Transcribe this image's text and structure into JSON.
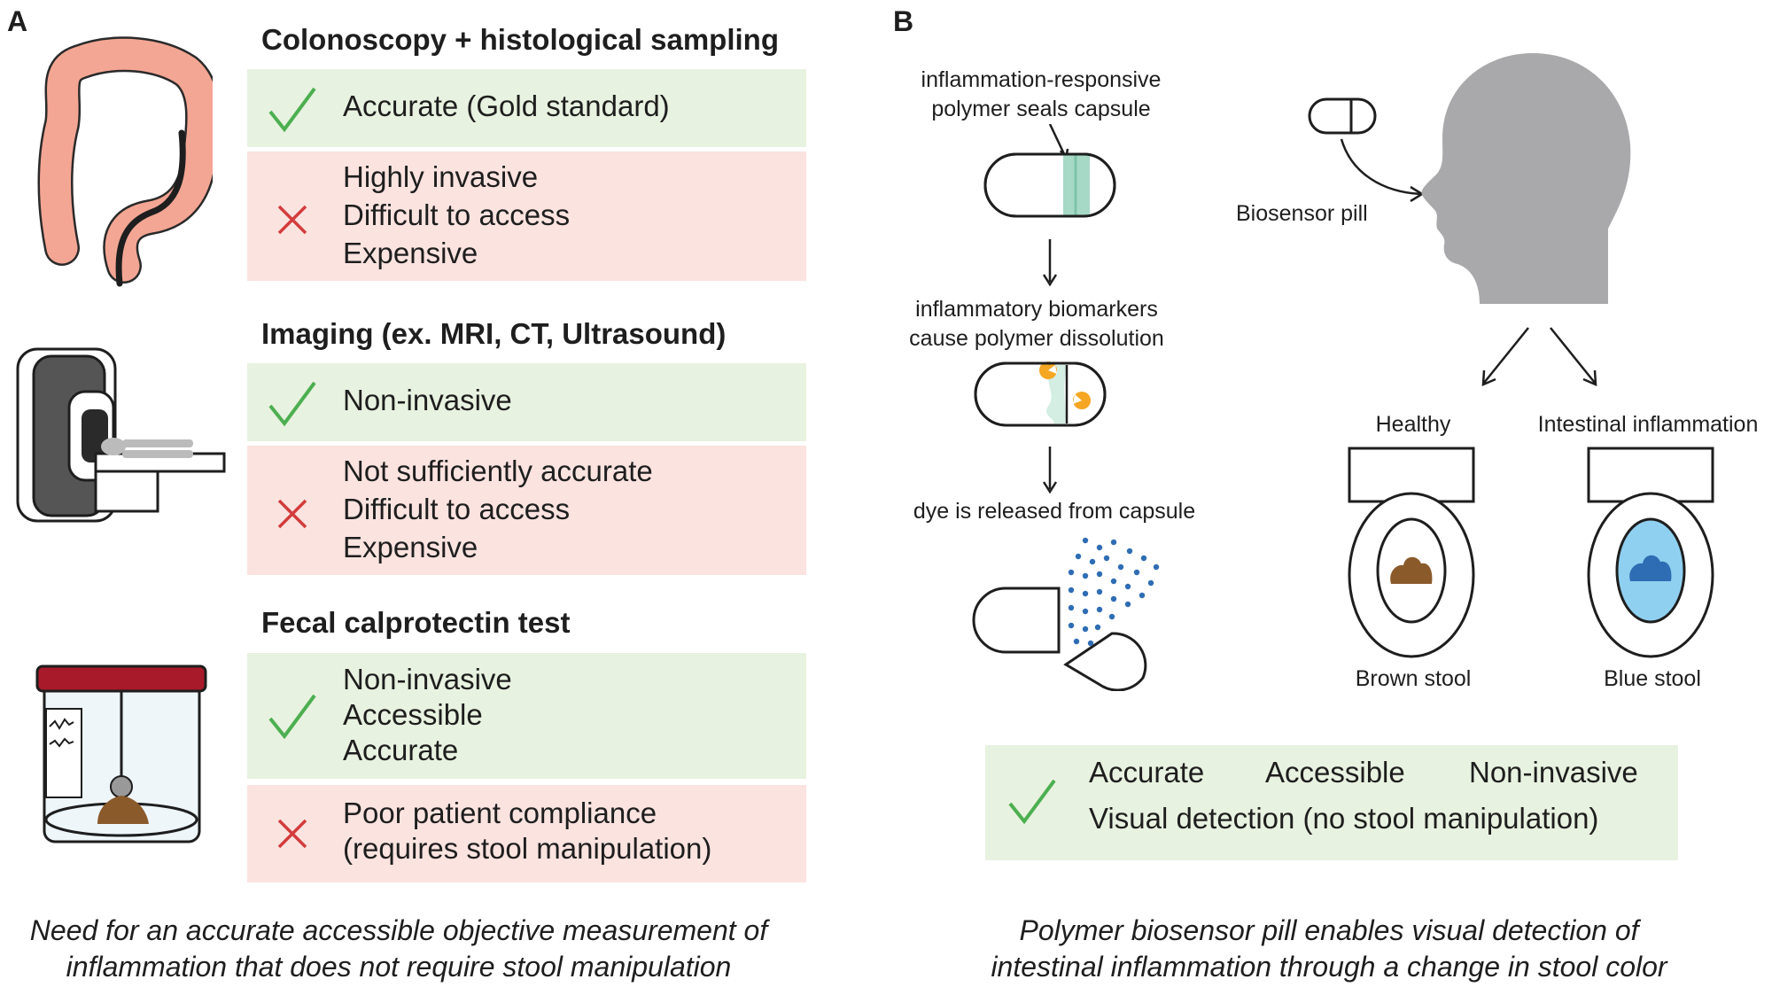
{
  "panel_a": {
    "letter": "A",
    "sections": [
      {
        "heading": "Colonoscopy + histological sampling",
        "pros": [
          "Accurate (Gold standard)"
        ],
        "cons": [
          "Highly invasive",
          "Difficult to access",
          "Expensive"
        ]
      },
      {
        "heading": "Imaging (ex. MRI, CT, Ultrasound)",
        "pros": [
          "Non-invasive"
        ],
        "cons": [
          "Not sufficiently accurate",
          "Difficult to access",
          "Expensive"
        ]
      },
      {
        "heading": "Fecal calprotectin test",
        "pros": [
          "Non-invasive",
          "Accessible",
          "Accurate"
        ],
        "cons": [
          "Poor patient compliance",
          "(requires stool manipulation)"
        ]
      }
    ],
    "caption_line1": "Need for an accurate accessible objective measurement of",
    "caption_line2": "inflammation that does not require stool manipulation"
  },
  "panel_b": {
    "letter": "B",
    "step1_line1": "inflammation-responsive",
    "step1_line2": "polymer seals capsule",
    "step2_line1": "inflammatory biomarkers",
    "step2_line2": "cause polymer dissolution",
    "step3": "dye is released from capsule",
    "pill_label": "Biosensor pill",
    "healthy_label": "Healthy",
    "inflamed_label": "Intestinal inflammation",
    "brown_stool": "Brown stool",
    "blue_stool": "Blue stool",
    "benefits_row1": [
      "Accurate",
      "Accessible",
      "Non-invasive"
    ],
    "benefits_row2": "Visual detection (no stool manipulation)",
    "caption_line1": "Polymer biosensor pill enables visual detection of",
    "caption_line2": "intestinal inflammation through a change in stool color"
  },
  "colors": {
    "pro_bg": "#e8f2e0",
    "con_bg": "#fbe3e0",
    "check": "#4caf50",
    "cross": "#d23c3c",
    "polymer": "#a6d9c6",
    "dye": "#2e6db4",
    "brown": "#8b5a2b",
    "blue_water": "#8fd0f0",
    "jar_lid": "#a8192a",
    "colon": "#f4a694",
    "head": "#a9a9ab"
  },
  "icons": [
    "colon-illustration",
    "mri-scanner-illustration",
    "specimen-jar-illustration",
    "check-icon",
    "cross-icon",
    "capsule-icon",
    "head-silhouette",
    "toilet-icon"
  ]
}
